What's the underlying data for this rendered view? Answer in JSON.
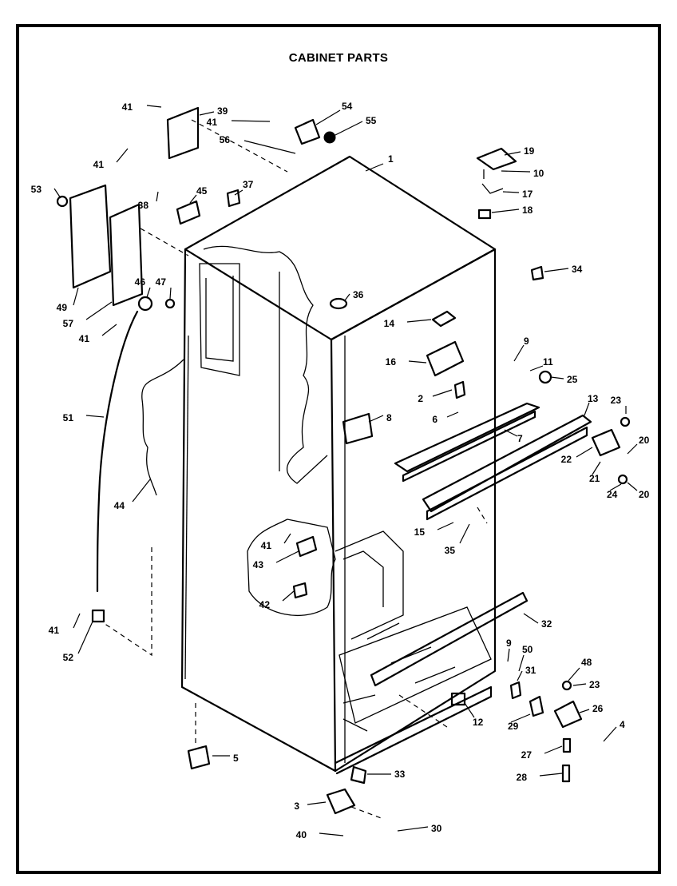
{
  "title": "CABINET PARTS",
  "callouts": [
    "1",
    "2",
    "3",
    "4",
    "5",
    "6",
    "7",
    "8",
    "9",
    "9",
    "10",
    "11",
    "12",
    "13",
    "14",
    "15",
    "16",
    "17",
    "18",
    "19",
    "20",
    "20",
    "21",
    "22",
    "23",
    "23",
    "24",
    "25",
    "26",
    "27",
    "28",
    "29",
    "30",
    "31",
    "32",
    "33",
    "34",
    "35",
    "36",
    "37",
    "38",
    "39",
    "40",
    "41",
    "41",
    "41",
    "41",
    "41",
    "41",
    "42",
    "43",
    "44",
    "45",
    "46",
    "47",
    "48",
    "49",
    "50",
    "51",
    "52",
    "53",
    "54",
    "55",
    "56",
    "57"
  ]
}
